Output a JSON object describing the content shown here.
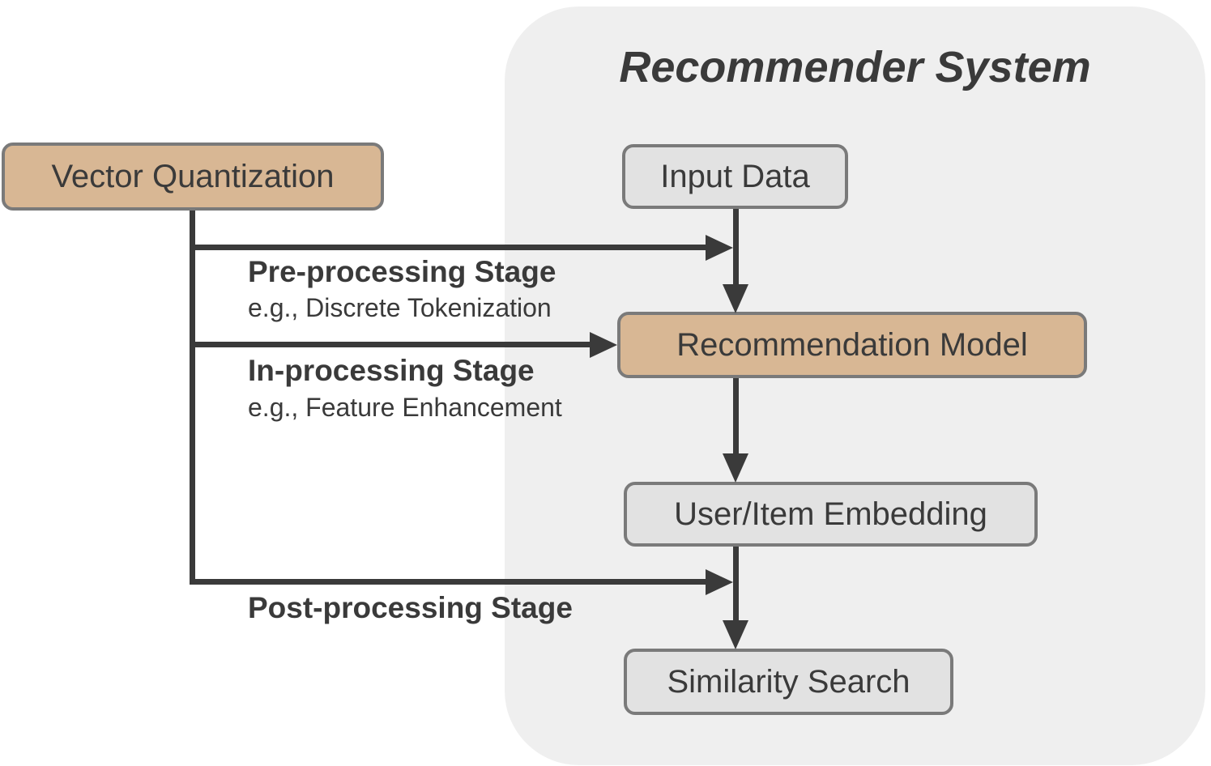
{
  "diagram": {
    "panel_title": "Recommender System",
    "vq_node": {
      "label": "Vector Quantization"
    },
    "flow_nodes": [
      {
        "id": "input-data",
        "label": "Input Data",
        "style": "gray"
      },
      {
        "id": "recommendation-model",
        "label": "Recommendation Model",
        "style": "tan"
      },
      {
        "id": "user-item-embedding",
        "label": "User/Item Embedding",
        "style": "gray"
      },
      {
        "id": "similarity-search",
        "label": "Similarity Search",
        "style": "gray"
      }
    ],
    "stages": [
      {
        "id": "pre-processing",
        "title": "Pre-processing Stage",
        "example": "e.g., Discrete Tokenization",
        "target": "recommendation-model-input"
      },
      {
        "id": "in-processing",
        "title": "In-processing Stage",
        "example": "e.g., Feature Enhancement",
        "target": "recommendation-model"
      },
      {
        "id": "post-processing",
        "title": "Post-processing Stage",
        "example": "",
        "target": "similarity-search-input"
      }
    ],
    "colors": {
      "panel_background": "#efefef",
      "node_gray_fill": "#e2e2e2",
      "node_tan_fill": "#d8b794",
      "node_border": "#7a7a7a",
      "arrow_line": "#3a3a3a",
      "text": "#3a3a3a",
      "page_background": "#ffffff"
    }
  }
}
